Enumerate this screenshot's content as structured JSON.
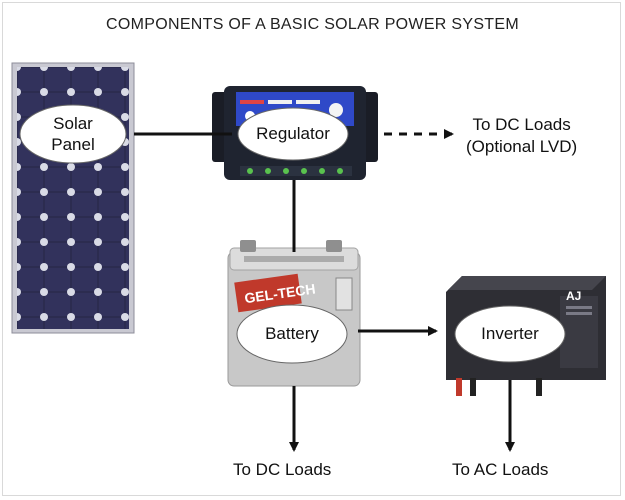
{
  "title": "COMPONENTS OF A BASIC SOLAR POWER SYSTEM",
  "components": {
    "solar_panel": {
      "line1": "Solar",
      "line2": "Panel"
    },
    "regulator": {
      "label": "Regulator"
    },
    "battery": {
      "label": "Battery",
      "brand": "GEL-TECH"
    },
    "inverter": {
      "label": "Inverter"
    }
  },
  "outputs": {
    "dc_optional": {
      "line1": "To DC Loads",
      "line2": "(Optional LVD)"
    },
    "dc_battery": "To DC Loads",
    "ac_inverter": "To AC Loads"
  },
  "colors": {
    "panel_cell": "#2c2c50",
    "panel_frame": "#c9c9d2",
    "regulator_body": "#1f2430",
    "regulator_screen": "#2f49c8",
    "battery_body": "#c8c8c8",
    "battery_label": "#c0392b",
    "inverter_body": "#2e2e34"
  }
}
